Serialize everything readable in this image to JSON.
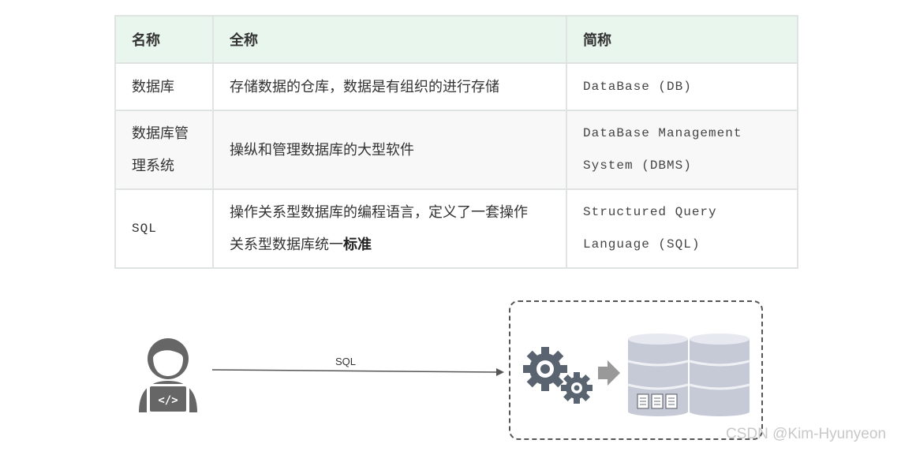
{
  "table": {
    "headers": [
      "名称",
      "全称",
      "简称"
    ],
    "rows": [
      {
        "name": "数据库",
        "full": "存储数据的仓库，数据是有组织的进行存储",
        "abbr": "DataBase (DB)"
      },
      {
        "name_line1": "数据库管",
        "name_line2": "理系统",
        "full": "操纵和管理数据库的大型软件",
        "abbr_line1": "DataBase Management",
        "abbr_line2": "System (DBMS)"
      },
      {
        "name": "SQL",
        "full_line1": "操作关系型数据库的编程语言，定义了一套操作",
        "full_line2_normal": "关系型数据库统一",
        "full_line2_bold": "标准",
        "abbr_line1": "Structured Query",
        "abbr_line2": "Language (SQL)"
      }
    ]
  },
  "diagram": {
    "arrow_label": "SQL",
    "user_icon": "developer-laptop-icon",
    "gears_icon": "gears-icon",
    "arrow_icon": "right-arrow-icon",
    "database_icon": "database-cylinders-icon",
    "colors": {
      "gear": "#5a6470",
      "db": "#c5cad6",
      "db_band": "#e6e9ef",
      "user": "#666666"
    }
  },
  "watermark": "CSDN @Kim-Hyunyeon"
}
